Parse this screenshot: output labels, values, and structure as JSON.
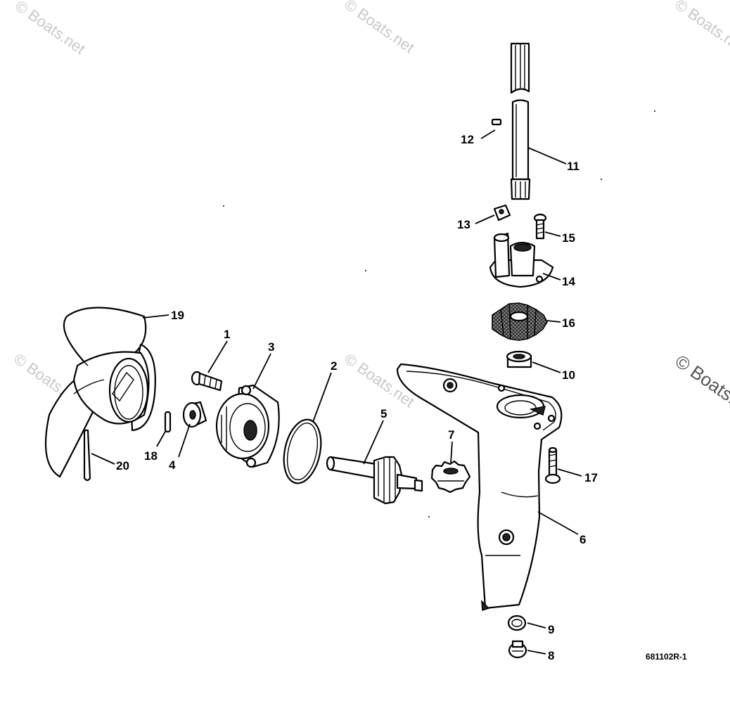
{
  "watermark": {
    "text": "© Boats.net"
  },
  "reference_code": "681102R-1",
  "callouts": [
    {
      "id": "1",
      "label": "1"
    },
    {
      "id": "2",
      "label": "2"
    },
    {
      "id": "3",
      "label": "3"
    },
    {
      "id": "4",
      "label": "4"
    },
    {
      "id": "5",
      "label": "5"
    },
    {
      "id": "6",
      "label": "6"
    },
    {
      "id": "7",
      "label": "7"
    },
    {
      "id": "8",
      "label": "8"
    },
    {
      "id": "9",
      "label": "9"
    },
    {
      "id": "10",
      "label": "10"
    },
    {
      "id": "11",
      "label": "11"
    },
    {
      "id": "12",
      "label": "12"
    },
    {
      "id": "13",
      "label": "13"
    },
    {
      "id": "14",
      "label": "14"
    },
    {
      "id": "15",
      "label": "15"
    },
    {
      "id": "16",
      "label": "16"
    },
    {
      "id": "17",
      "label": "17"
    },
    {
      "id": "18",
      "label": "18"
    },
    {
      "id": "19",
      "label": "19"
    },
    {
      "id": "20",
      "label": "20"
    }
  ]
}
